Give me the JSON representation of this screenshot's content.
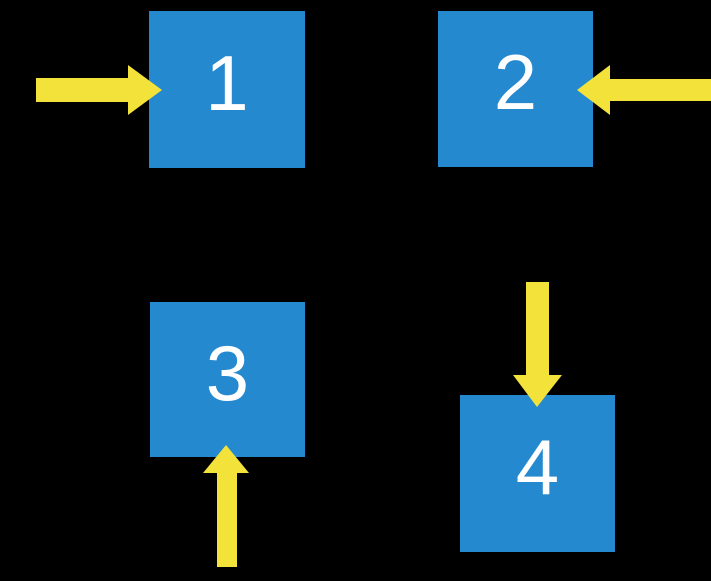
{
  "colors": {
    "background": "#000000",
    "square": "#2589d0",
    "arrow": "#f2e23a",
    "label": "#ffffff"
  },
  "diagram": {
    "description": "Four numbered blue squares, each indicated by a yellow block arrow from a different direction",
    "squares": [
      {
        "label": "1",
        "arrow_direction": "right",
        "arrow_from": "left edge"
      },
      {
        "label": "2",
        "arrow_direction": "left",
        "arrow_from": "right edge"
      },
      {
        "label": "3",
        "arrow_direction": "up",
        "arrow_from": "bottom"
      },
      {
        "label": "4",
        "arrow_direction": "down",
        "arrow_from": "top"
      }
    ]
  }
}
